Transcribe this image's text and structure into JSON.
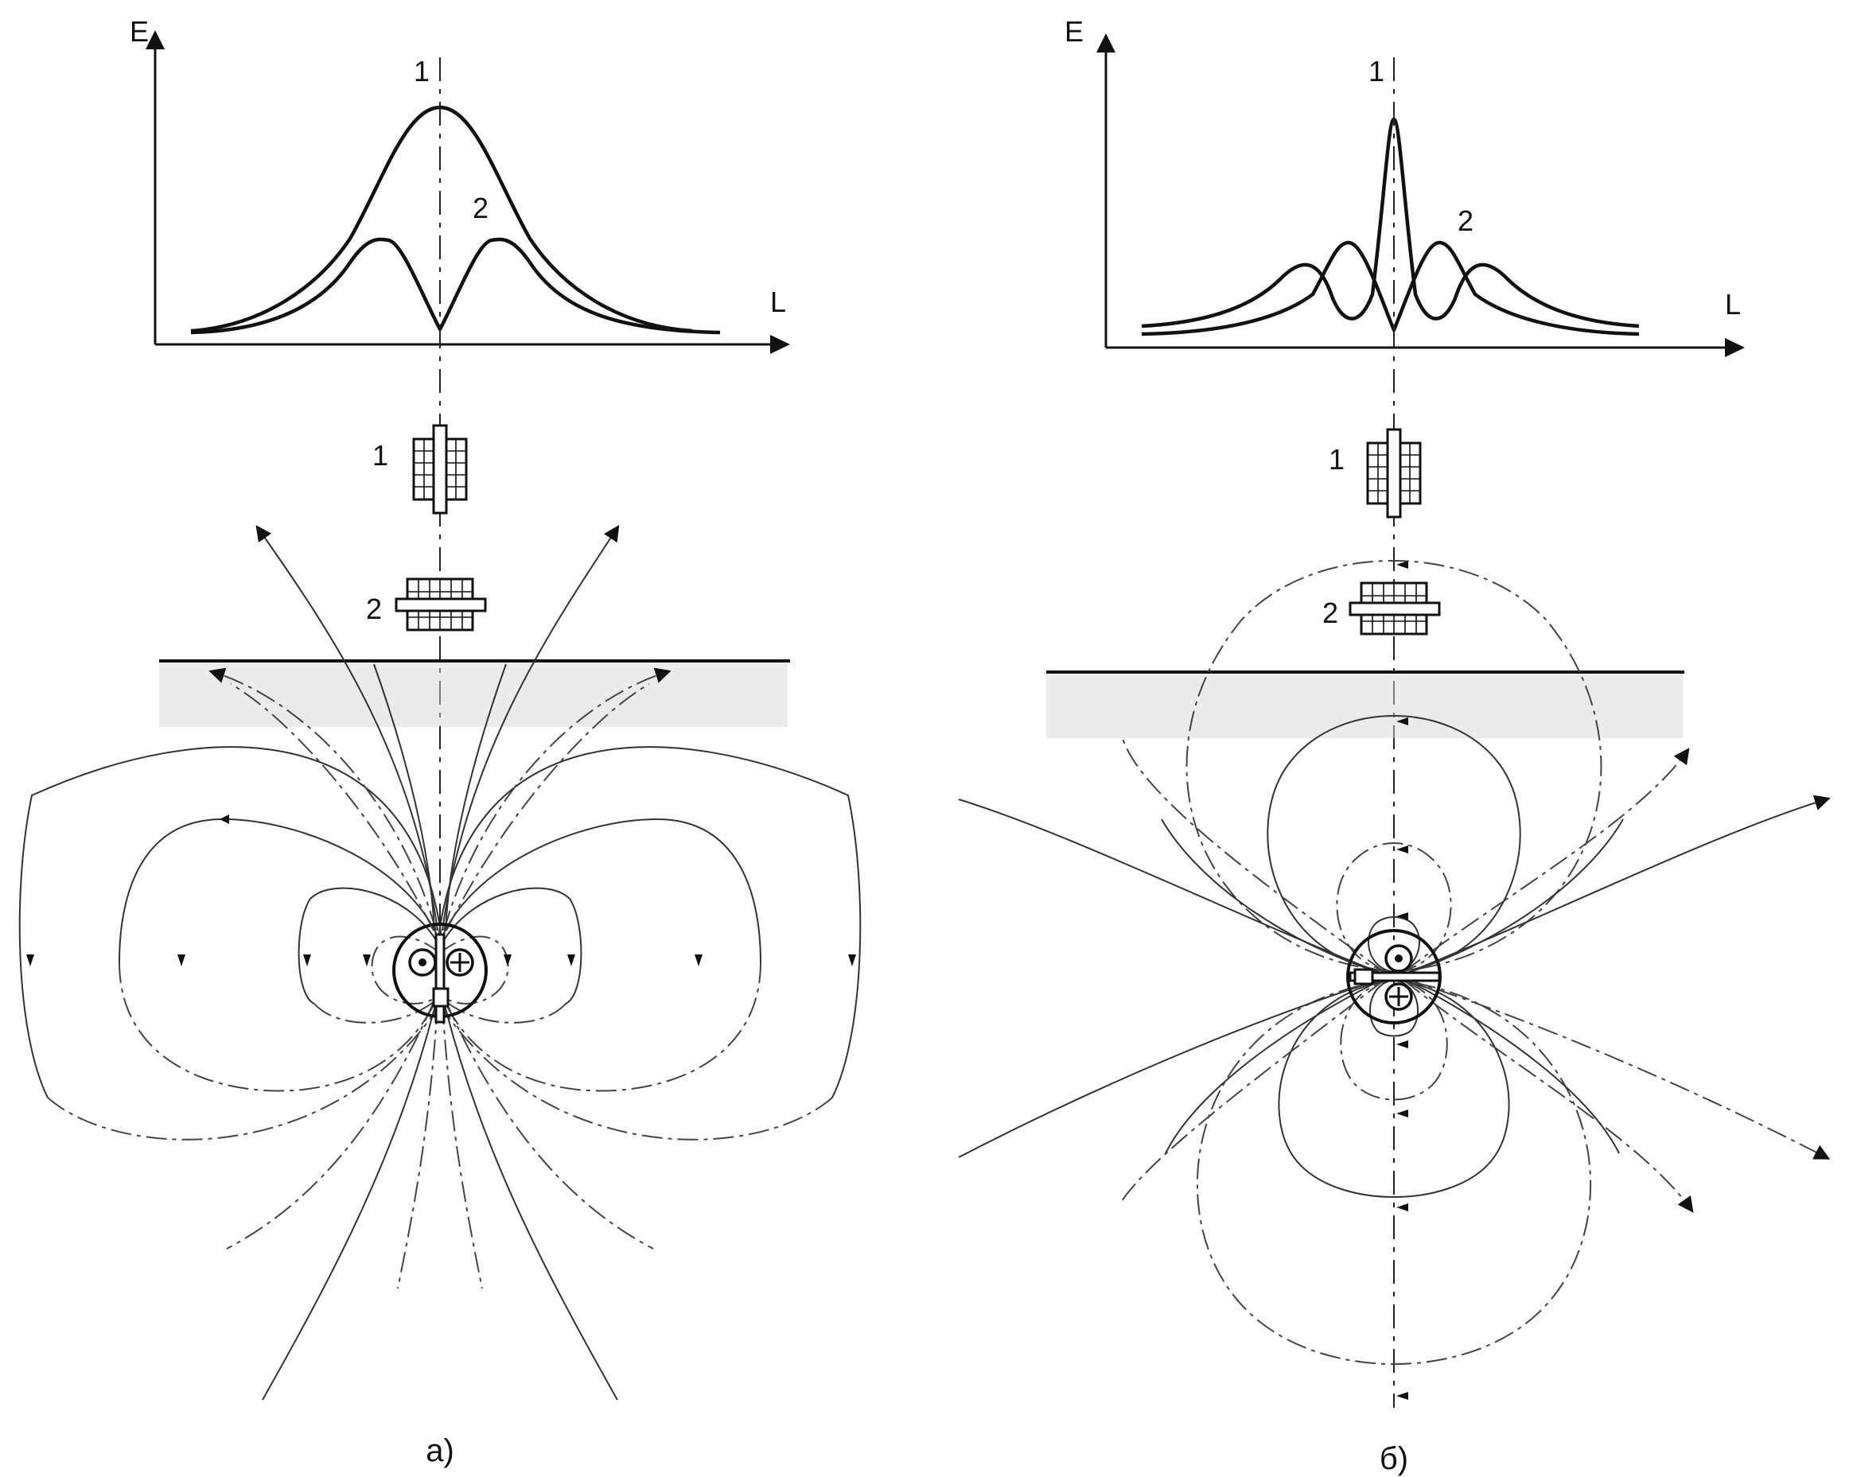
{
  "panels": [
    {
      "id": "a",
      "caption": "а)",
      "y_axis_label": "E",
      "x_axis_label": "L",
      "curve1_label": "1",
      "curve2_label": "2",
      "sensor1_label": "1",
      "sensor2_label": "2"
    },
    {
      "id": "b",
      "caption": "б)",
      "y_axis_label": "E",
      "x_axis_label": "L",
      "curve1_label": "1",
      "curve2_label": "2",
      "sensor1_label": "1",
      "sensor2_label": "2"
    }
  ],
  "icons": {
    "current_out": "dot-in-circle",
    "current_in": "plus-in-circle"
  }
}
